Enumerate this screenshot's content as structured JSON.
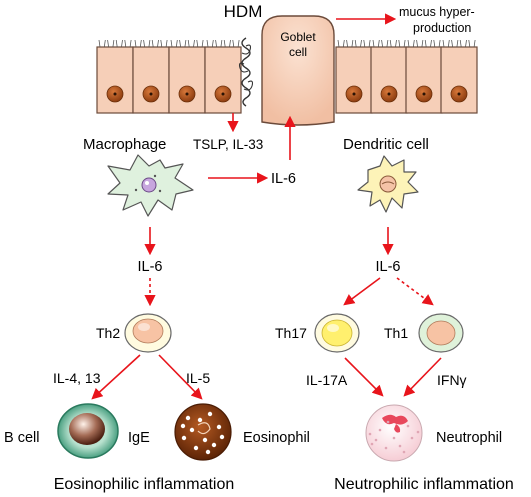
{
  "labels": {
    "hdm": "HDM",
    "goblet": [
      "Goblet",
      "cell"
    ],
    "mucus": [
      "mucus hyper-",
      "production"
    ],
    "macrophage": "Macrophage",
    "tslp": "TSLP, IL-33",
    "il6_center": "IL-6",
    "dendritic": "Dendritic cell",
    "il6_left": "IL-6",
    "il6_right": "IL-6",
    "th2": "Th2",
    "th17": "Th17",
    "th1": "Th1",
    "il4_13": "IL-4, 13",
    "il5": "IL-5",
    "il17a": "IL-17A",
    "ifng": "IFNγ",
    "bcell": "B cell",
    "ige": "IgE",
    "eosinophil": "Eosinophil",
    "neutrophil": "Neutrophil",
    "eos_inflam": "Eosinophilic inflammation",
    "neu_inflam": "Neutrophilic inflammation"
  },
  "colors": {
    "arrow": "#e8141b",
    "epithelium": "#f6cfb8",
    "nucleus": "#b2541b",
    "macrophage": "#dff1de",
    "dendritic": "#fdf3b8",
    "th_outer": "#fffbe0",
    "th_inner_pink": "#f7c3a4",
    "th_inner_yellow": "#fff06e",
    "th1_outer": "#dff2da",
    "bcell": "#3a9a78",
    "eosinophil": "#8a3f14",
    "neutrophil": "#fbe4e8"
  }
}
